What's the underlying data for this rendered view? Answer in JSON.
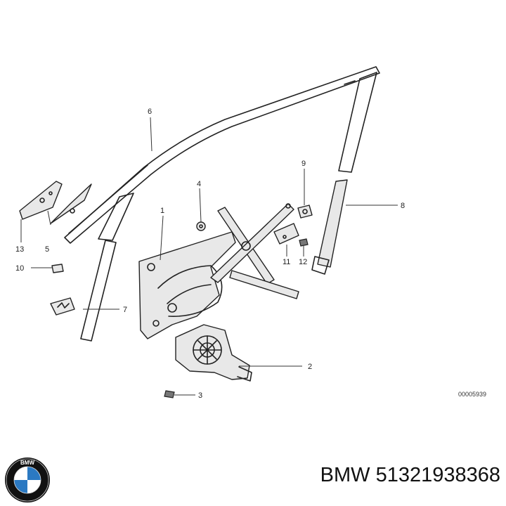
{
  "callouts": {
    "c1": "1",
    "c2": "2",
    "c3": "3",
    "c4": "4",
    "c5": "5",
    "c6": "6",
    "c7": "7",
    "c8": "8",
    "c9": "9",
    "c10": "10",
    "c11": "11",
    "c12": "12",
    "c13": "13"
  },
  "reference_code": "00005939",
  "caption": {
    "brand": "BMW",
    "part_number": "51321938368"
  },
  "logo": {
    "text": "BMW",
    "colors": {
      "ring": "#111111",
      "blue": "#2b79c2",
      "white": "#ffffff"
    }
  }
}
